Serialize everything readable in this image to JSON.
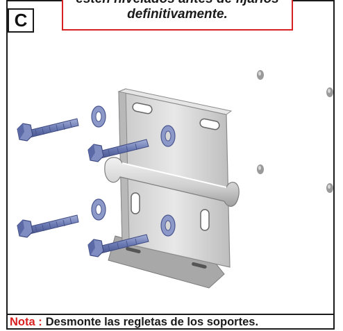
{
  "panel": {
    "label": "C"
  },
  "callout": {
    "line1": "estén nivelados antes de fijarlos",
    "line2": "definitivamente."
  },
  "note": {
    "label": "Nota :",
    "text": "Desmonte las regletas de los soportes."
  },
  "illustration": {
    "parts": [
      "bracket-plate",
      "bolt",
      "washer",
      "wall-plug"
    ],
    "colors": {
      "bolt": "#7c8bbf",
      "bracket": "#d7d7d7",
      "accent": "#d92020"
    }
  }
}
